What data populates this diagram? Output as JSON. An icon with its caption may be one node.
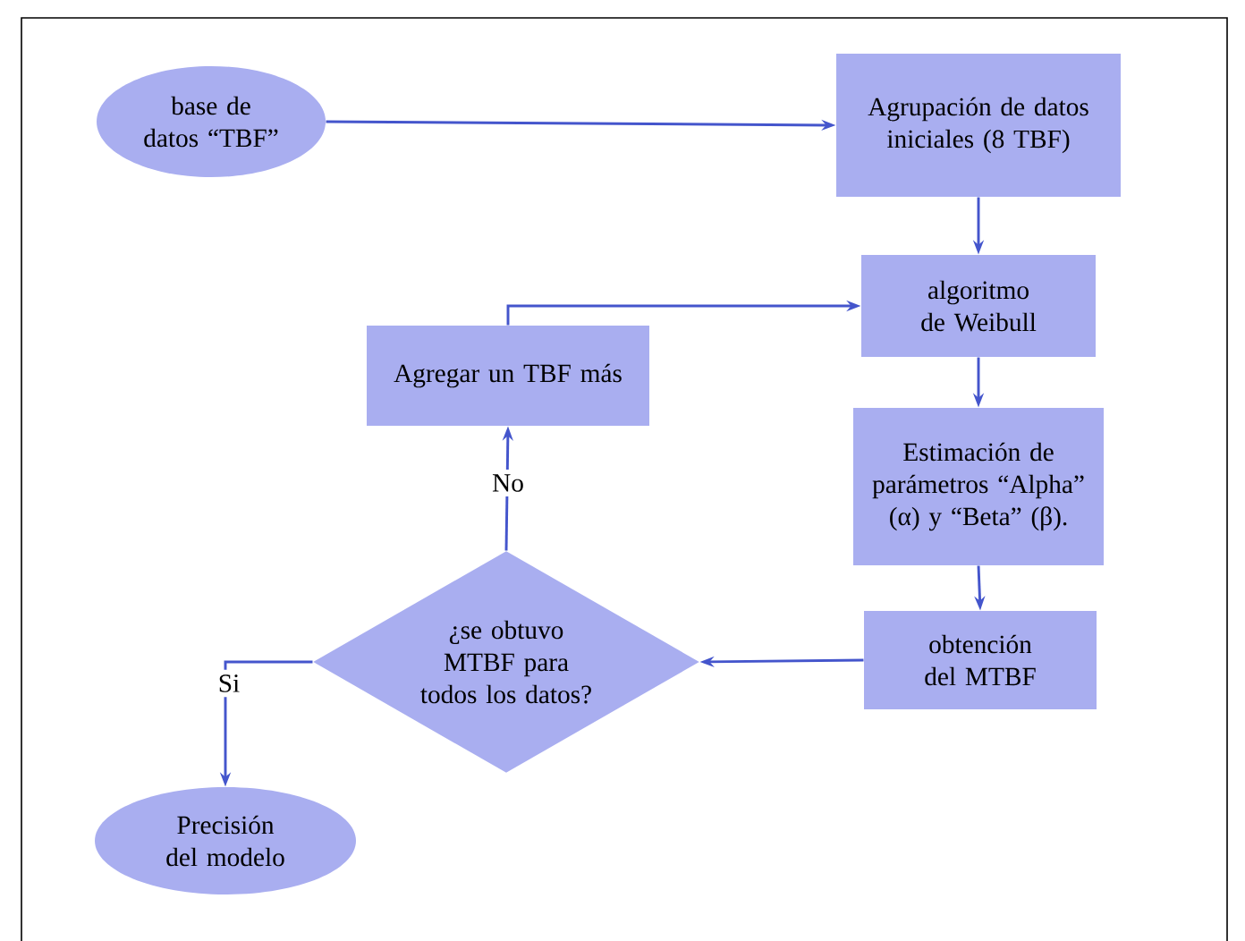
{
  "diagram": {
    "nodes": [
      {
        "text": [
          "base de datos “TBF”"
        ]
      },
      {
        "text": [
          "Agrupación de datos iniciales (8 TBF)"
        ]
      },
      {
        "text": [
          "algoritmo de Weibull"
        ]
      },
      {
        "text": [
          "Agregar un TBF más"
        ]
      },
      {
        "text": [
          "Estimación de parámetros “Alpha” (α) y “Beta” (β)."
        ]
      },
      {
        "text": [
          "obtención del MTBF"
        ]
      },
      {
        "text": [
          "¿se obtuvo MTBF para todos los datos?"
        ]
      },
      {
        "text": [
          "Precisión del modelo"
        ]
      }
    ],
    "edges": [
      {
        "from": 0,
        "to": 1,
        "arrow": "to"
      },
      {
        "from": 1,
        "to": 2,
        "arrow": "to"
      },
      {
        "from": 3,
        "to": 2,
        "arrow": "to"
      },
      {
        "from": 2,
        "to": 4,
        "arrow": "to"
      },
      {
        "from": 4,
        "to": 5,
        "arrow": "to"
      },
      {
        "from": 5,
        "to": 6,
        "arrow": "to"
      },
      {
        "from": 6,
        "to": 3,
        "arrow": "to",
        "label": "No"
      },
      {
        "from": 6,
        "to": 7,
        "arrow": "to",
        "label": "Si"
      }
    ]
  }
}
